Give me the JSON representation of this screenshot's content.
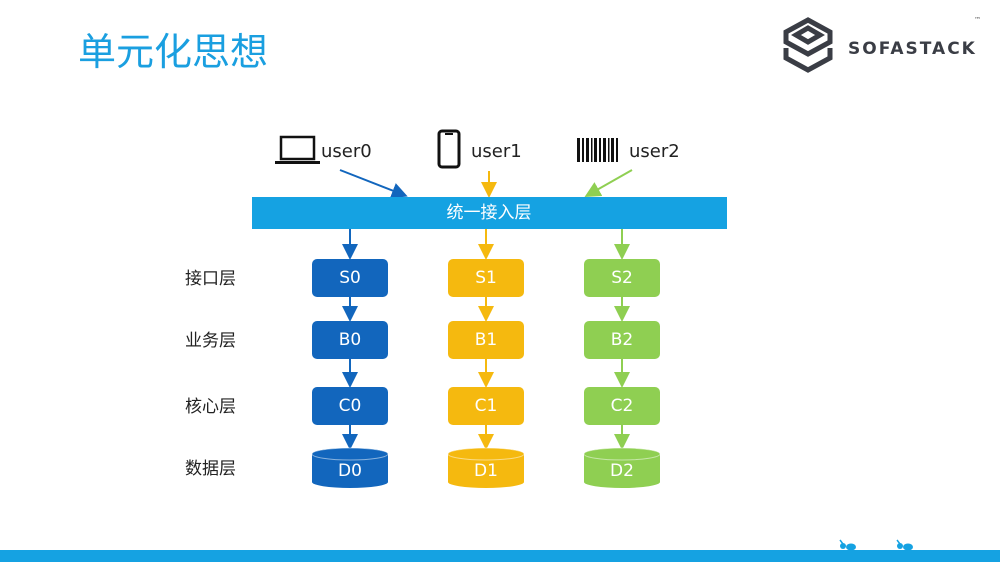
{
  "title": "单元化思想",
  "logo": {
    "text": "SOFASTACK",
    "tm": "™"
  },
  "users": [
    {
      "label": "user0",
      "icon": "laptop-icon"
    },
    {
      "label": "user1",
      "icon": "phone-icon"
    },
    {
      "label": "user2",
      "icon": "barcode-icon"
    }
  ],
  "gateway": "统一接入层",
  "layers": [
    "接口层",
    "业务层",
    "核心层",
    "数据层"
  ],
  "columns": [
    {
      "color": "#1266bd",
      "cells": [
        "S0",
        "B0",
        "C0",
        "D0"
      ]
    },
    {
      "color": "#f5b90f",
      "cells": [
        "S1",
        "B1",
        "C1",
        "D1"
      ]
    },
    {
      "color": "#8fcf52",
      "cells": [
        "S2",
        "B2",
        "C2",
        "D2"
      ]
    }
  ],
  "colors": {
    "accent": "#15a2e2",
    "title": "#1a9fe0"
  }
}
